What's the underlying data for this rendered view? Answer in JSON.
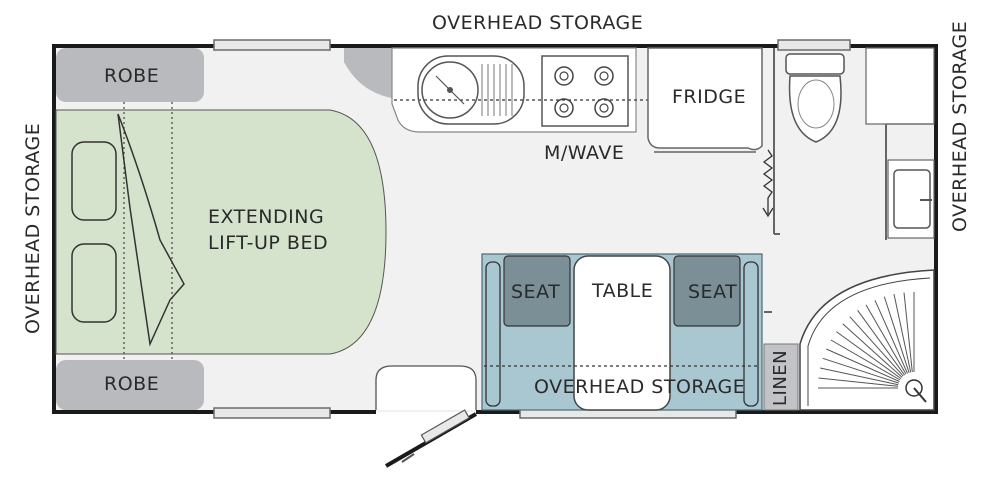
{
  "floorplan": {
    "labels": {
      "overhead_top": "OVERHEAD STORAGE",
      "overhead_left": "OVERHEAD STORAGE",
      "overhead_right": "OVERHEAD STORAGE",
      "overhead_bottom": "OVERHEAD STORAGE",
      "robe_top": "ROBE",
      "robe_bottom": "ROBE",
      "bed_line1": "EXTENDING",
      "bed_line2": "LIFT-UP BED",
      "fridge": "FRIDGE",
      "microwave": "M/WAVE",
      "seat_left": "SEAT",
      "table": "TABLE",
      "seat_right": "SEAT",
      "linen": "LINEN"
    },
    "colors": {
      "wall": "#1a1a1a",
      "floor": "#f1f1f2",
      "bed": "#d5e3cc",
      "robe": "#b9babd",
      "dinette": "#a9c7d1",
      "seat_cushion": "#7b8f97",
      "table": "#ffffff",
      "fixture": "#ffffff",
      "line": "#3a3a3a"
    }
  }
}
